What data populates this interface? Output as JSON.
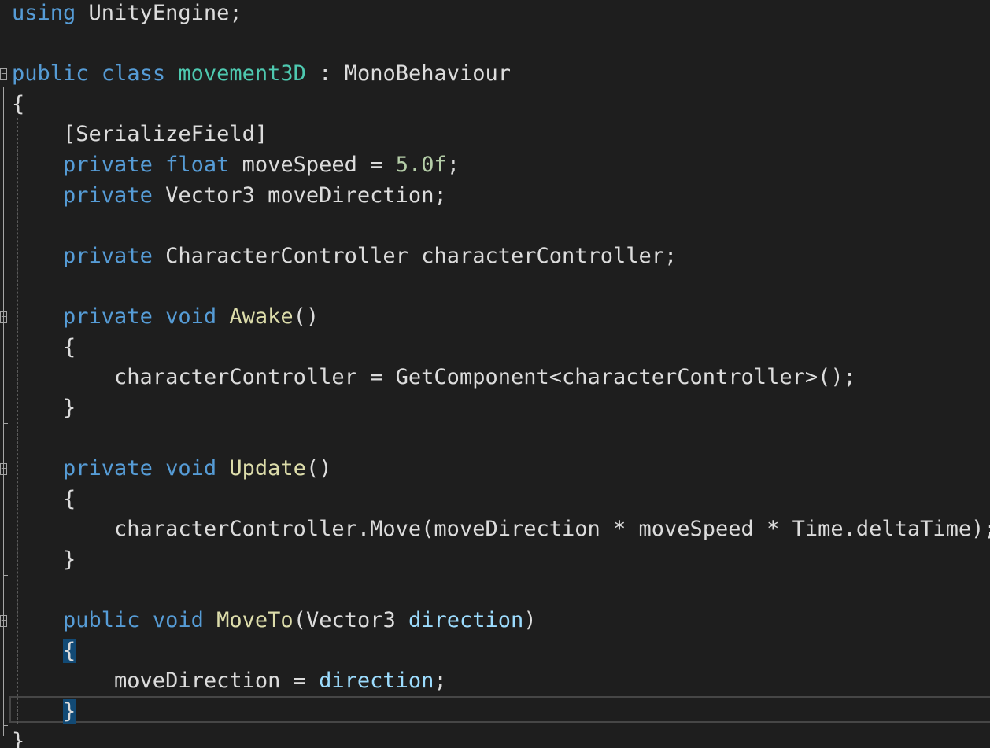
{
  "editor": {
    "language": "C#",
    "colors": {
      "background": "#1e1e1e",
      "keyword": "#569cd6",
      "type": "#4ec9b0",
      "method": "#dcdcaa",
      "number": "#b5cea8",
      "parameter": "#9cdcfe",
      "plain": "#dcdcdc",
      "brace_highlight": "#124a75",
      "current_line_border": "#464646"
    },
    "lines": [
      [
        {
          "t": "using",
          "c": "kw"
        },
        {
          "t": " UnityEngine;",
          "c": "pl"
        }
      ],
      [],
      [
        {
          "t": "public",
          "c": "kw"
        },
        {
          "t": " ",
          "c": "pl"
        },
        {
          "t": "class",
          "c": "kw"
        },
        {
          "t": " ",
          "c": "pl"
        },
        {
          "t": "movement3D",
          "c": "ty"
        },
        {
          "t": " : MonoBehaviour",
          "c": "pl"
        }
      ],
      [
        {
          "t": "{",
          "c": "pl"
        }
      ],
      [
        {
          "t": "    [SerializeField]",
          "c": "pl"
        }
      ],
      [
        {
          "t": "    ",
          "c": "pl"
        },
        {
          "t": "private",
          "c": "kw"
        },
        {
          "t": " ",
          "c": "pl"
        },
        {
          "t": "float",
          "c": "kw"
        },
        {
          "t": " moveSpeed = ",
          "c": "pl"
        },
        {
          "t": "5.0f",
          "c": "num"
        },
        {
          "t": ";",
          "c": "pl"
        }
      ],
      [
        {
          "t": "    ",
          "c": "pl"
        },
        {
          "t": "private",
          "c": "kw"
        },
        {
          "t": " Vector3 moveDirection;",
          "c": "pl"
        }
      ],
      [],
      [
        {
          "t": "    ",
          "c": "pl"
        },
        {
          "t": "private",
          "c": "kw"
        },
        {
          "t": " CharacterController characterController;",
          "c": "pl"
        }
      ],
      [],
      [
        {
          "t": "    ",
          "c": "pl"
        },
        {
          "t": "private",
          "c": "kw"
        },
        {
          "t": " ",
          "c": "pl"
        },
        {
          "t": "void",
          "c": "kw"
        },
        {
          "t": " ",
          "c": "pl"
        },
        {
          "t": "Awake",
          "c": "fn"
        },
        {
          "t": "()",
          "c": "pl"
        }
      ],
      [
        {
          "t": "    {",
          "c": "pl"
        }
      ],
      [
        {
          "t": "        characterController = GetComponent<characterController>();",
          "c": "pl"
        }
      ],
      [
        {
          "t": "    }",
          "c": "pl"
        }
      ],
      [],
      [
        {
          "t": "    ",
          "c": "pl"
        },
        {
          "t": "private",
          "c": "kw"
        },
        {
          "t": " ",
          "c": "pl"
        },
        {
          "t": "void",
          "c": "kw"
        },
        {
          "t": " ",
          "c": "pl"
        },
        {
          "t": "Update",
          "c": "fn"
        },
        {
          "t": "()",
          "c": "pl"
        }
      ],
      [
        {
          "t": "    {",
          "c": "pl"
        }
      ],
      [
        {
          "t": "        characterController.Move(moveDirection * moveSpeed * Time.deltaTime);",
          "c": "pl"
        }
      ],
      [
        {
          "t": "    }",
          "c": "pl"
        }
      ],
      [],
      [
        {
          "t": "    ",
          "c": "pl"
        },
        {
          "t": "public",
          "c": "kw"
        },
        {
          "t": " ",
          "c": "pl"
        },
        {
          "t": "void",
          "c": "kw"
        },
        {
          "t": " ",
          "c": "pl"
        },
        {
          "t": "MoveTo",
          "c": "fn"
        },
        {
          "t": "(Vector3 ",
          "c": "pl"
        },
        {
          "t": "direction",
          "c": "pm"
        },
        {
          "t": ")",
          "c": "pl"
        }
      ],
      [
        {
          "t": "    ",
          "c": "pl"
        },
        {
          "t": "{",
          "c": "brace-hl"
        }
      ],
      [
        {
          "t": "        moveDirection = ",
          "c": "pl"
        },
        {
          "t": "direction",
          "c": "pm"
        },
        {
          "t": ";",
          "c": "pl"
        }
      ],
      [
        {
          "t": "    ",
          "c": "pl"
        },
        {
          "t": "}",
          "c": "brace-hl"
        }
      ],
      [
        {
          "t": "}",
          "c": "pl"
        }
      ]
    ],
    "fold_markers": [
      {
        "line": 2,
        "symbol": "−"
      },
      {
        "line": 10,
        "symbol": "−"
      },
      {
        "line": 15,
        "symbol": "−"
      },
      {
        "line": 20,
        "symbol": "−"
      }
    ],
    "current_line": 23
  }
}
